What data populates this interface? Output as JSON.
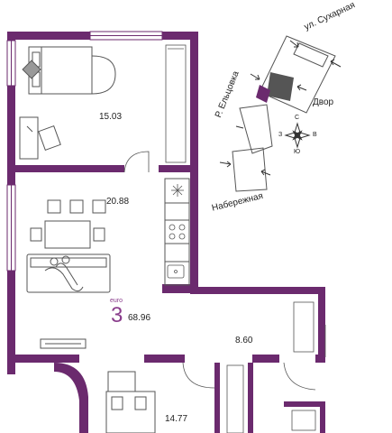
{
  "colors": {
    "wall": "#6b2a6e",
    "accent": "#8a3d8c",
    "line": "#555555",
    "building": "#555555",
    "background": "#ffffff"
  },
  "rooms": [
    {
      "name": "bedroom-top",
      "area": "15.03"
    },
    {
      "name": "kitchen-living",
      "area": "20.88"
    },
    {
      "name": "hallway",
      "area": "8.60"
    },
    {
      "name": "bedroom-bottom",
      "area": "14.77"
    }
  ],
  "summary": {
    "class": "euro",
    "rooms_count": "3",
    "total_area": "68.96"
  },
  "site_plan": {
    "streets": {
      "top": "ул. Сухарная",
      "left": "Р. Ельцовка",
      "bottom": "Набережная",
      "right": "Двор"
    },
    "compass": {
      "north": "С",
      "south": "Ю",
      "west": "З",
      "east": "В"
    }
  },
  "icons": [
    "compass-rose-icon",
    "stove-icon",
    "sink-icon",
    "fridge-icon"
  ]
}
